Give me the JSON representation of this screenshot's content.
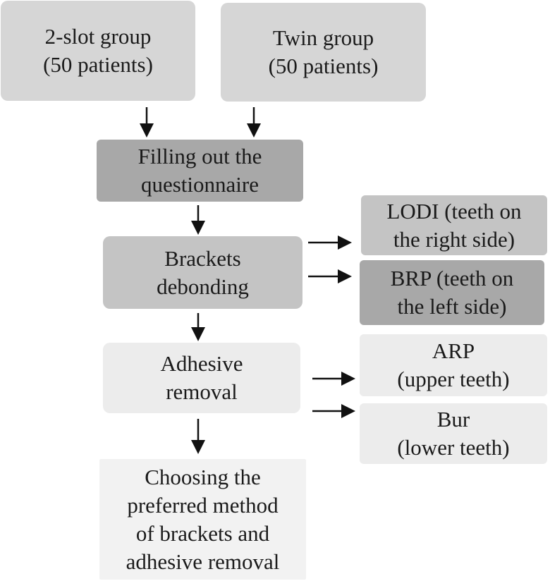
{
  "boxes": {
    "slot_group": {
      "line1": "2-slot group",
      "line2": "(50 patients)"
    },
    "twin_group": {
      "line1": "Twin group",
      "line2": "(50 patients)"
    },
    "questionnaire": {
      "line1": "Filling out the",
      "line2": "questionnaire"
    },
    "debonding": {
      "line1": "Brackets",
      "line2": "debonding"
    },
    "lodi": {
      "line1": "LODI (teeth on",
      "line2": "the right side)"
    },
    "brp": {
      "line1": "BRP (teeth on",
      "line2": "the left side)"
    },
    "adhesive": {
      "line1": "Adhesive",
      "line2": "removal"
    },
    "arp": {
      "line1": "ARP",
      "line2": "(upper teeth)"
    },
    "bur": {
      "line1": "Bur",
      "line2": "(lower teeth)"
    },
    "preferred": {
      "line1": "Choosing the",
      "line2": "preferred method",
      "line3": "of brackets and",
      "line4": "adhesive removal"
    }
  }
}
